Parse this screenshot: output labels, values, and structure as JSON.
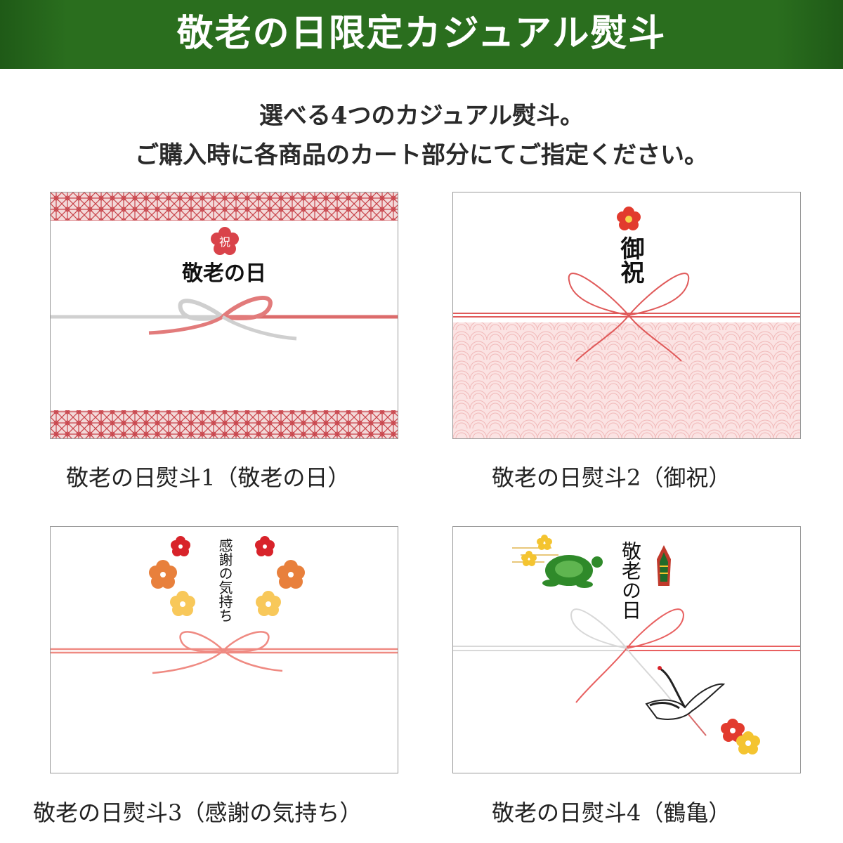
{
  "banner": {
    "title": "敬老の日限定カジュアル熨斗",
    "color": "#2a6e1e"
  },
  "intro": {
    "line1": "選べる4つのカジュアル熨斗。",
    "line2": "ご購入時に各商品のカート部分にてご指定ください。"
  },
  "cards": [
    {
      "caption": "敬老の日熨斗1（敬老の日）",
      "inscription": "敬老の日",
      "badge": "祝",
      "accent": "#d9434a"
    },
    {
      "caption": "敬老の日熨斗2（御祝）",
      "inscription": "御祝",
      "accent": "#e23b2e"
    },
    {
      "caption": "敬老の日熨斗3（感謝の気持ち）",
      "inscription": "感謝の気持ち",
      "accent": "#e8803c"
    },
    {
      "caption": "敬老の日熨斗4（鶴亀）",
      "inscription": "敬老の日",
      "accent": "#2f8a2a"
    }
  ]
}
